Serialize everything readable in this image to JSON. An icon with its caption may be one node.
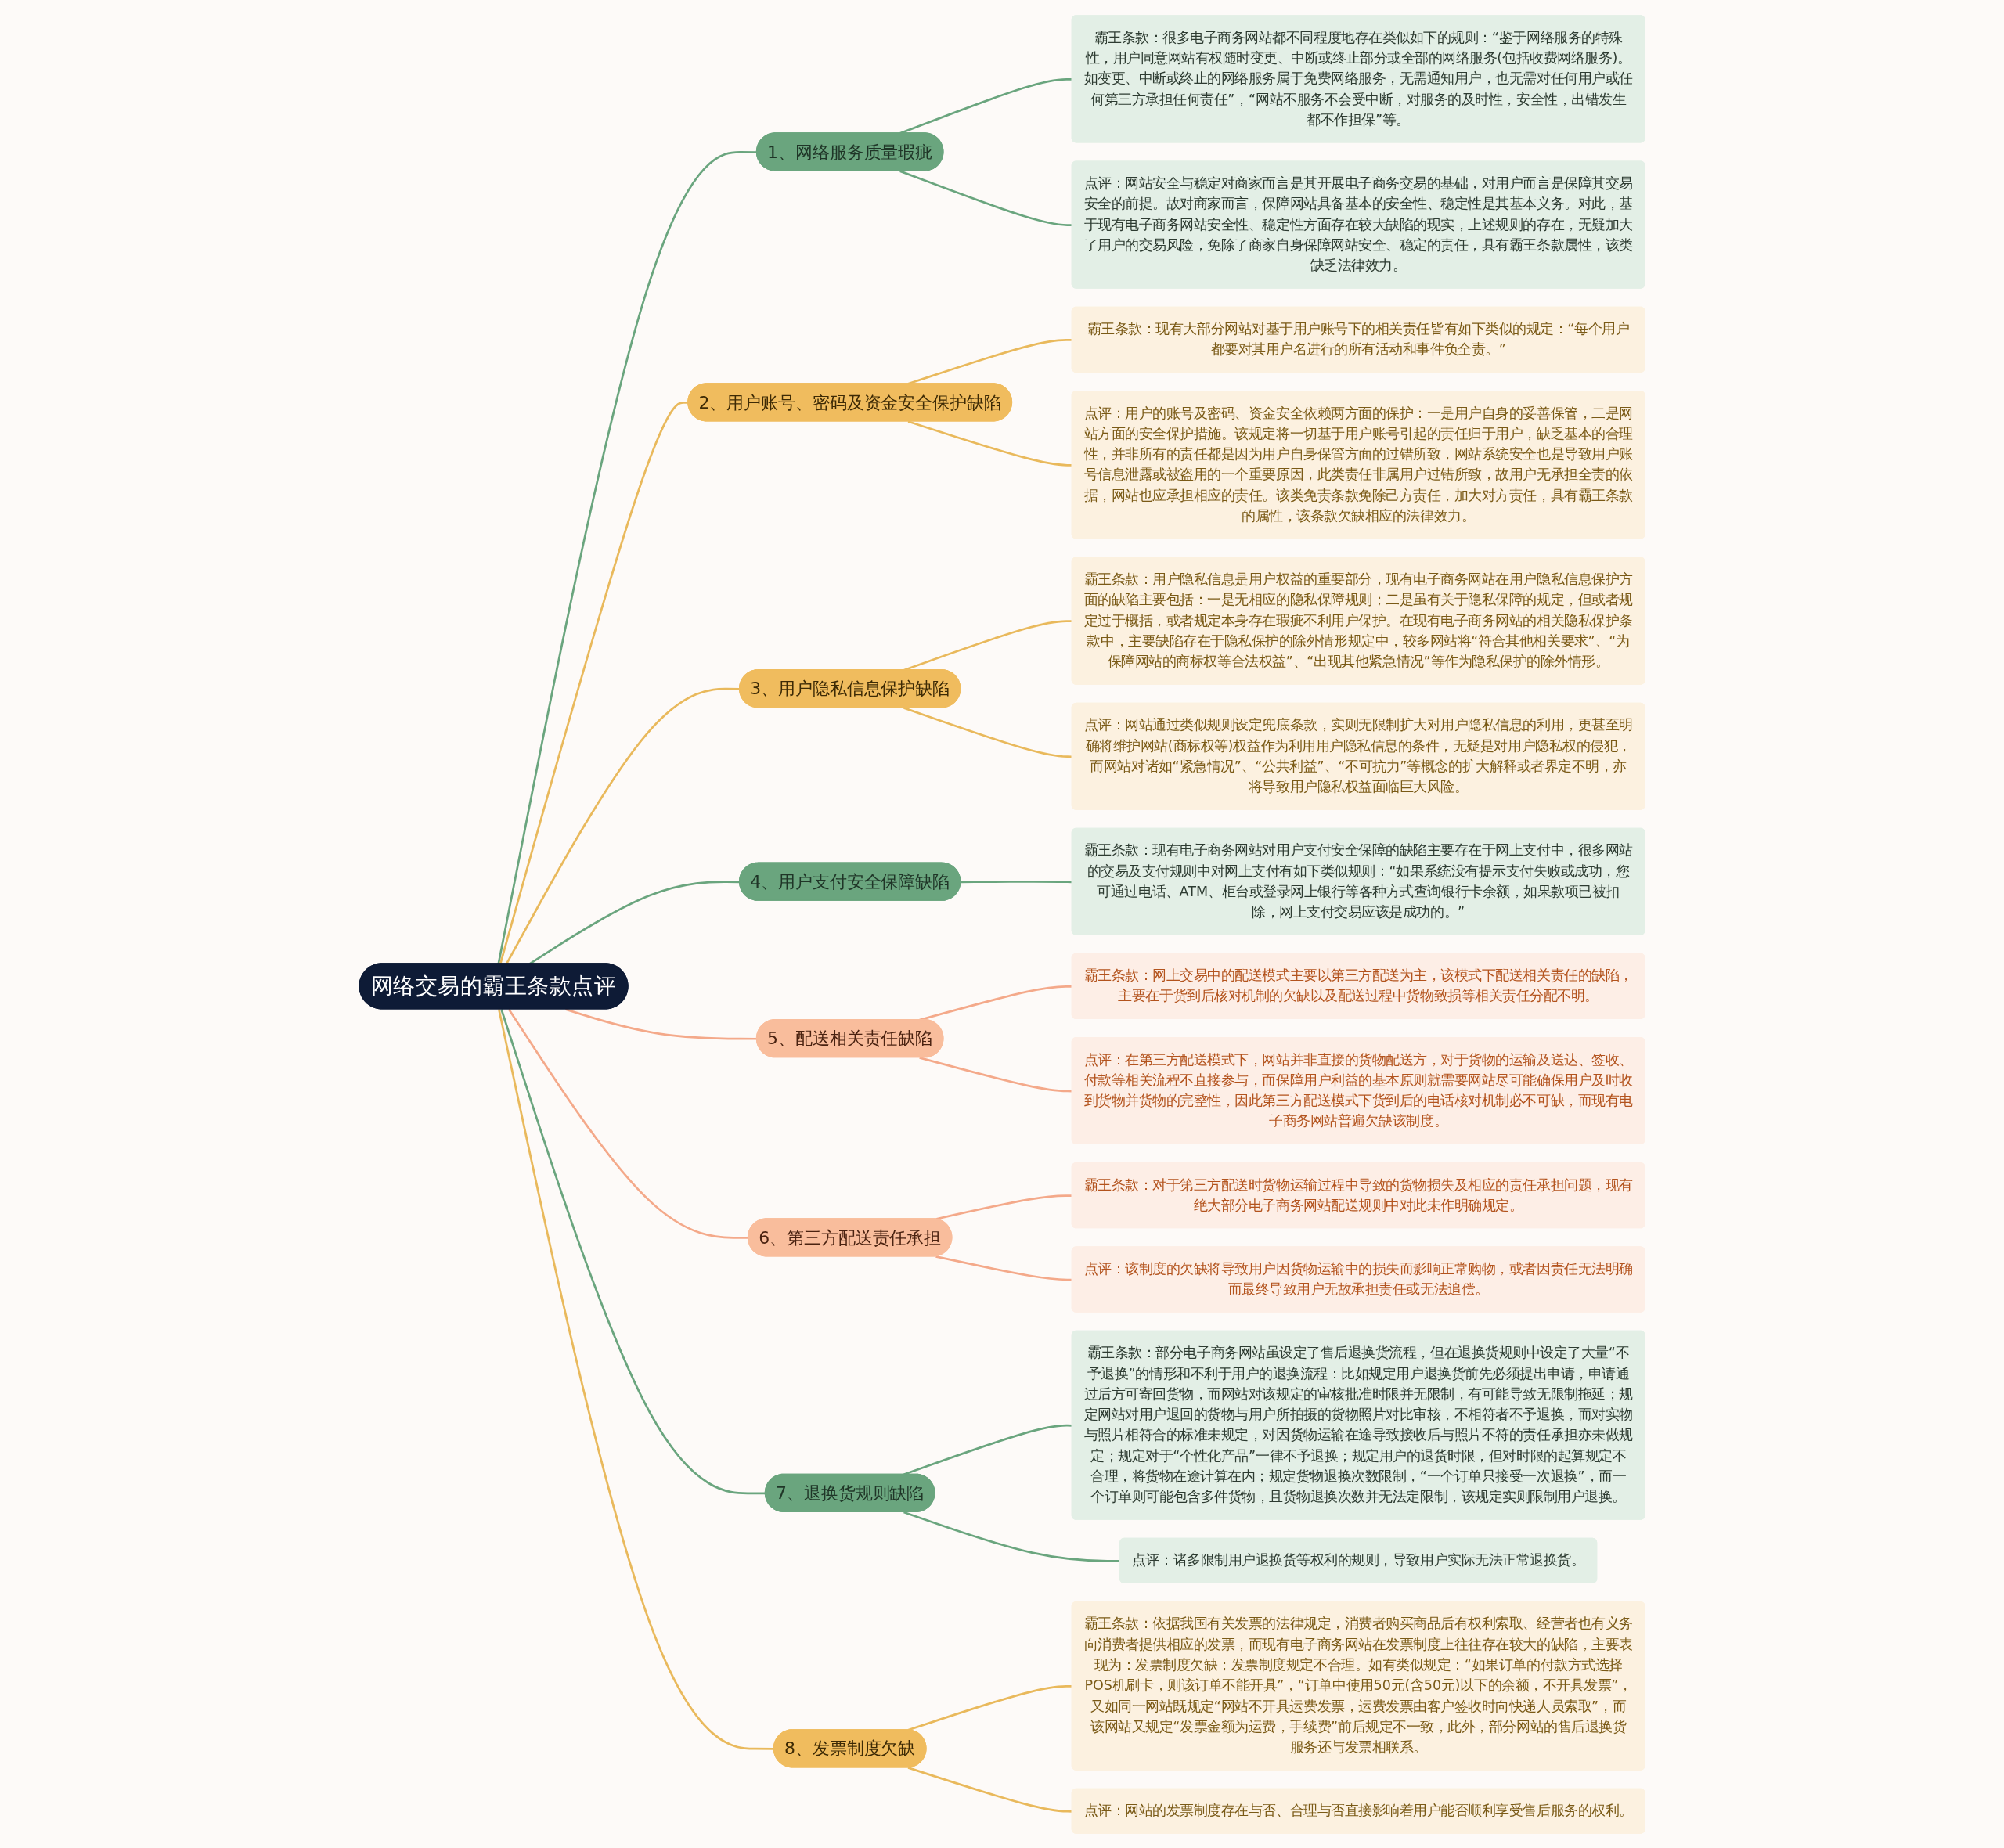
{
  "diagram": {
    "nodes": [
      {
        "text": [
          "网络交易的霸王条款点评"
        ]
      },
      {
        "text": [
          "1、网络服务质量瑕疵"
        ]
      },
      {
        "text": [
          "霸王条款：很多电子商务网站都不同程度地存在类似如下的规则：“鉴于网络服务的特殊性，用户同意网站有权随时变更、中断或终止部分或全部的网络服务(包括收费网络服务)。如变更、中断或终止的网络服务属于免费网络服务，无需通知用户，也无需对任何用户或任何第三方承担任何责任”，“网站不服务不会受中断，对服务的及时性，安全性，出错发生都不作担保”等。"
        ]
      },
      {
        "text": [
          "点评：网站安全与稳定对商家而言是其开展电子商务交易的基础，对用户而言是保障其交易安全的前提。故对商家而言，保障网站具备基本的安全性、稳定性是其基本义务。对此，基于现有电子商务网站安全性、稳定性方面存在较大缺陷的现实，上述规则的存在，无疑加大了用户的交易风险，免除了商家自身保障网站安全、稳定的责任，具有霸王条款属性，该类缺乏法律效力。"
        ]
      },
      {
        "text": [
          "2、用户账号、密码及资金安全保护缺陷"
        ]
      },
      {
        "text": [
          "霸王条款：现有大部分网站对基于用户账号下的相关责任皆有如下类似的规定：“每个用户都要对其用户名进行的所有活动和事件负全责。”"
        ]
      },
      {
        "text": [
          "点评：用户的账号及密码、资金安全依赖两方面的保护：一是用户自身的妥善保管，二是网站方面的安全保护措施。该规定将一切基于用户账号引起的责任归于用户，缺乏基本的合理性，并非所有的责任都是因为用户自身保管方面的过错所致，网站系统安全也是导致用户账号信息泄露或被盗用的一个重要原因，此类责任非属用户过错所致，故用户无承担全责的依据，网站也应承担相应的责任。该类免责条款免除己方责任，加大对方责任，具有霸王条款的属性，该条款欠缺相应的法律效力。"
        ]
      },
      {
        "text": [
          "3、用户隐私信息保护缺陷"
        ]
      },
      {
        "text": [
          "霸王条款：用户隐私信息是用户权益的重要部分，现有电子商务网站在用户隐私信息保护方面的缺陷主要包括：一是无相应的隐私保障规则；二是虽有关于隐私保障的规定，但或者规定过于概括，或者规定本身存在瑕疵不利用户保护。在现有电子商务网站的相关隐私保护条款中，主要缺陷存在于隐私保护的除外情形规定中，较多网站将“符合其他相关要求”、“为保障网站的商标权等合法权益”、“出现其他紧急情况”等作为隐私保护的除外情形。"
        ]
      },
      {
        "text": [
          "点评：网站通过类似规则设定兜底条款，实则无限制扩大对用户隐私信息的利用，更甚至明确将维护网站(商标权等)权益作为利用用户隐私信息的条件，无疑是对用户隐私权的侵犯，而网站对诸如“紧急情况”、“公共利益”、“不可抗力”等概念的扩大解释或者界定不明，亦将导致用户隐私权益面临巨大风险。"
        ]
      },
      {
        "text": [
          "4、用户支付安全保障缺陷"
        ]
      },
      {
        "text": [
          "霸王条款：现有电子商务网站对用户支付安全保障的缺陷主要存在于网上支付中，很多网站的交易及支付规则中对网上支付有如下类似规则：“如果系统没有提示支付失败或成功，您可通过电话、ATM、柜台或登录网上银行等各种方式查询银行卡余额，如果款项已被扣除，网上支付交易应该是成功的。”"
        ]
      },
      {
        "text": [
          "5、配送相关责任缺陷"
        ]
      },
      {
        "text": [
          "霸王条款：网上交易中的配送模式主要以第三方配送为主，该模式下配送相关责任的缺陷，主要在于货到后核对机制的欠缺以及配送过程中货物致损等相关责任分配不明。"
        ]
      },
      {
        "text": [
          "点评：在第三方配送模式下，网站并非直接的货物配送方，对于货物的运输及送达、签收、付款等相关流程不直接参与，而保障用户利益的基本原则就需要网站尽可能确保用户及时收到货物并货物的完整性，因此第三方配送模式下货到后的电话核对机制必不可缺，而现有电子商务网站普遍欠缺该制度。"
        ]
      },
      {
        "text": [
          "6、第三方配送责任承担"
        ]
      },
      {
        "text": [
          "霸王条款：对于第三方配送时货物运输过程中导致的货物损失及相应的责任承担问题，现有绝大部分电子商务网站配送规则中对此未作明确规定。"
        ]
      },
      {
        "text": [
          "点评：该制度的欠缺将导致用户因货物运输中的损失而影响正常购物，或者因责任无法明确而最终导致用户无故承担责任或无法追偿。"
        ]
      },
      {
        "text": [
          "7、退换货规则缺陷"
        ]
      },
      {
        "text": [
          "霸王条款：部分电子商务网站虽设定了售后退换货流程，但在退换货规则中设定了大量“不予退换”的情形和不利于用户的退换流程：比如规定用户退换货前先必须提出申请，申请通过后方可寄回货物，而网站对该规定的审核批准时限并无限制，有可能导致无限制拖延；规定网站对用户退回的货物与用户所拍摄的货物照片对比审核，不相符者不予退换，而对实物与照片相符合的标准未规定，对因货物运输在途导致接收后与照片不符的责任承担亦未做规定；规定对于“个性化产品”一律不予退换；规定用户的退货时限，但对时限的起算规定不合理，将货物在途计算在内；规定货物退换次数限制，“一个订单只接受一次退换”，而一个订单则可能包含多件货物，且货物退换次数并无法定限制，该规定实则限制用户退换。"
        ]
      },
      {
        "text": [
          "点评：诸多限制用户退换货等权利的规则，导致用户实际无法正常退换货。"
        ]
      },
      {
        "text": [
          "8、发票制度欠缺"
        ]
      },
      {
        "text": [
          "霸王条款：依据我国有关发票的法律规定，消费者购买商品后有权利索取、经营者也有义务向消费者提供相应的发票，而现有电子商务网站在发票制度上往往存在较大的缺陷，主要表现为：发票制度欠缺；发票制度规定不合理。如有类似规定：“如果订单的付款方式选择POS机刷卡，则该订单不能开具”，“订单中使用50元(含50元)以下的余额，不开具发票”，又如同一网站既规定“网站不开具运费发票，运费发票由客户签收时向快递人员索取”，而该网站又规定“发票金额为运费，手续费”前后规定不一致，此外，部分网站的售后退换货服务还与发票相联系。"
        ]
      },
      {
        "text": [
          "点评：网站的发票制度存在与否、合理与否直接影响着用户能否顺利享受售后服务的权利。"
        ]
      }
    ],
    "edges": [
      {
        "from": 0,
        "to": 1,
        "arrow": "none",
        "color": "#6aa57e"
      },
      {
        "from": 1,
        "to": 2,
        "arrow": "none",
        "color": "#6aa57e"
      },
      {
        "from": 1,
        "to": 3,
        "arrow": "none",
        "color": "#6aa57e"
      },
      {
        "from": 0,
        "to": 4,
        "arrow": "none"
      },
      {
        "from": 4,
        "to": 5,
        "arrow": "none"
      },
      {
        "from": 4,
        "to": 6,
        "arrow": "none"
      },
      {
        "from": 0,
        "to": 7,
        "arrow": "none"
      },
      {
        "from": 7,
        "to": 8,
        "arrow": "none"
      },
      {
        "from": 7,
        "to": 9,
        "arrow": "none"
      },
      {
        "from": 0,
        "to": 10,
        "arrow": "none",
        "color": "#6aa57e"
      },
      {
        "from": 10,
        "to": 11,
        "arrow": "none",
        "color": "#6aa57e"
      },
      {
        "from": 0,
        "to": 12,
        "arrow": "none",
        "color": "#f4a98a"
      },
      {
        "from": 12,
        "to": 13,
        "arrow": "none",
        "color": "#f4a98a"
      },
      {
        "from": 12,
        "to": 14,
        "arrow": "none",
        "color": "#f4a98a"
      },
      {
        "from": 0,
        "to": 15,
        "arrow": "none",
        "color": "#f4a98a"
      },
      {
        "from": 15,
        "to": 16,
        "arrow": "none",
        "color": "#f4a98a"
      },
      {
        "from": 15,
        "to": 17,
        "arrow": "none",
        "color": "#f4a98a"
      },
      {
        "from": 0,
        "to": 18,
        "arrow": "none",
        "color": "#6aa57e"
      },
      {
        "from": 18,
        "to": 19,
        "arrow": "none",
        "color": "#6aa57e"
      },
      {
        "from": 18,
        "to": 20,
        "arrow": "none",
        "color": "#6aa57e"
      },
      {
        "from": 0,
        "to": 21,
        "arrow": "none"
      },
      {
        "from": 21,
        "to": 22,
        "arrow": "none"
      },
      {
        "from": 21,
        "to": 23,
        "arrow": "none"
      }
    ]
  }
}
